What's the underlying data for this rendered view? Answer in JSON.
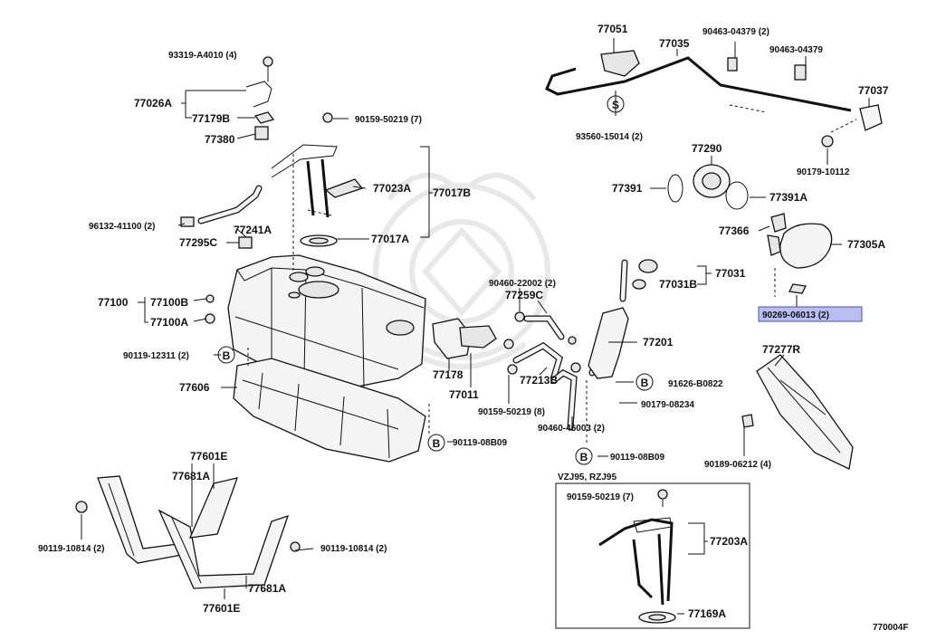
{
  "labels": {
    "l01": "93319-A4010 (4)",
    "l02": "77026A",
    "l03": "77179B",
    "l04": "90159-50219 (7)",
    "l05": "77380",
    "l06": "77023A",
    "l07": "77017B",
    "l08": "96132-41100 (2)",
    "l09": "77241A",
    "l10": "77295C",
    "l11": "77017A",
    "l12": "77100",
    "l13": "77100B",
    "l14": "77100A",
    "l15": "90119-12311 (2)",
    "l16": "77606",
    "l17": "77601E",
    "l18": "77681A",
    "l19": "90119-10814 (2)",
    "l20": "90119-10814 (2)",
    "l21": "77681A",
    "l22": "77601E",
    "l23": "77051",
    "l24": "77035",
    "l25": "90463-04379 (2)",
    "l26": "90463-04379",
    "l27": "77037",
    "l28": "93560-15014 (2)",
    "l29": "90179-10112",
    "l30": "77290",
    "l31": "77391",
    "l32": "77391A",
    "l33": "77366",
    "l34": "77305A",
    "l35": "90269-06013 (2)",
    "l36": "77031",
    "l37": "77031B",
    "l38": "90460-22002 (2)",
    "l39": "77259C",
    "l40": "77201",
    "l41": "77178",
    "l42": "77011",
    "l43": "77213B",
    "l44": "90159-50219 (8)",
    "l45": "91626-B0822",
    "l46": "90179-08234",
    "l47": "90460-46003 (2)",
    "l48": "90119-08B09",
    "l49": "90119-08B09",
    "l50": "77277R",
    "l51": "90189-06212 (4)",
    "l52": "VZJ95, RZJ95",
    "l53": "90159-50219 (7)",
    "l54": "77203A",
    "l55": "77169A",
    "l56": "770004F"
  },
  "markers": {
    "b": "B",
    "s": "S"
  },
  "highlight_color": "#b8bff0"
}
